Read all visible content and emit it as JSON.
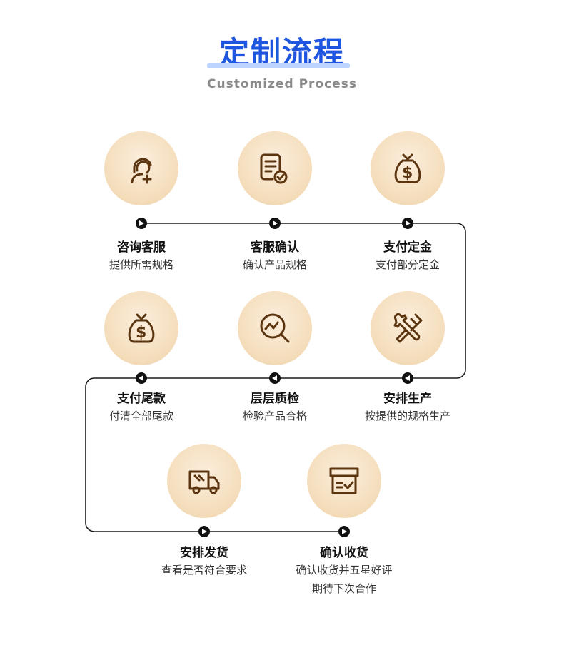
{
  "header": {
    "title": "定制流程",
    "subtitle": "Customized Process"
  },
  "steps": [
    {
      "title": "咨询客服",
      "desc": "提供所需规格",
      "icon": "customer-service-icon"
    },
    {
      "title": "客服确认",
      "desc": "确认产品规格",
      "icon": "document-check-icon"
    },
    {
      "title": "支付定金",
      "desc": "支付部分定金",
      "icon": "money-bag-icon"
    },
    {
      "title": "安排生产",
      "desc": "按提供的规格生产",
      "icon": "tools-icon"
    },
    {
      "title": "层层质检",
      "desc": "检验产品合格",
      "icon": "quality-inspection-icon"
    },
    {
      "title": "支付尾款",
      "desc": "付清全部尾款",
      "icon": "money-bag-icon"
    },
    {
      "title": "安排发货",
      "desc": "查看是否符合要求",
      "icon": "delivery-truck-icon"
    },
    {
      "title": "确认收货",
      "desc": "确认收货并五星好评",
      "desc2": "期待下次合作",
      "icon": "package-box-icon"
    }
  ],
  "colors": {
    "title": "#1f56e0",
    "line": "#1a1a1a",
    "circle": "#f4dcb9",
    "icon": "#5b3410"
  }
}
